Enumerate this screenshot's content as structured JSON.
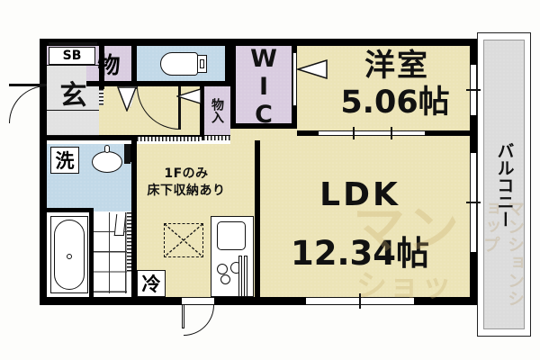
{
  "title": "間取り図",
  "plan": {
    "type": "1LDK apartment floor plan",
    "rooms": [
      {
        "id": "yoshitsu",
        "name": "洋室",
        "area": "5.06帖",
        "fill": "#ece4b7"
      },
      {
        "id": "ldk",
        "name": "LDK",
        "area": "12.34帖",
        "fill": "#ece4b7"
      },
      {
        "id": "wic",
        "name": "WIC",
        "fill": "#d9cce0"
      },
      {
        "id": "genkan",
        "name": "玄",
        "fill": "#e2e2e2"
      },
      {
        "id": "balcony",
        "name": "バルコニー",
        "fill": "#dcdcdc"
      }
    ]
  },
  "labels": {
    "yoshitsu_name": "洋室",
    "yoshitsu_area": "5.06帖",
    "ldk_name": "LDK",
    "ldk_area": "12.34帖",
    "wic": "WIC",
    "balcony": "バルコニー",
    "genkan": "玄",
    "shoebox": "SB",
    "storage_top": "物",
    "storage_side": "物入",
    "washer": "洗",
    "fridge": "冷",
    "note_line1": "1Fのみ",
    "note_line2": "床下収納あり"
  },
  "fixtures": {
    "toilet": "toilet-fixture",
    "bathtub": "bathtub-fixture",
    "washbasin": "washbasin-fixture",
    "sink": "kitchen-sink-fixture",
    "stove": "gas-stove-fixture",
    "underfloor_storage": "underfloor-storage-marker"
  },
  "watermark": {
    "line1": "マン",
    "line2": "ショッ",
    "line3": "プ",
    "vertical": "マンションショップ"
  },
  "colors": {
    "tatami": "#ece4b7",
    "purple": "#d9cce0",
    "blue": "#c2d9e8",
    "gray": "#dcdcdc",
    "wall": "#000000",
    "watermark": "#c9ae6a"
  }
}
